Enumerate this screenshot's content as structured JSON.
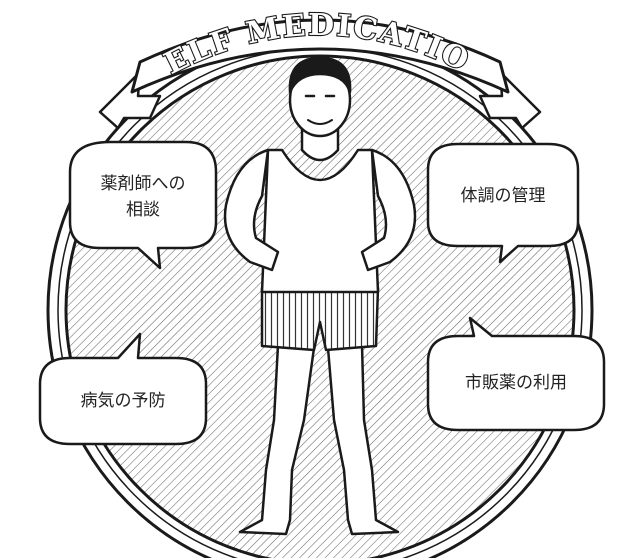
{
  "banner": {
    "title": "SELF MEDICATION"
  },
  "bubbles": {
    "consult": {
      "line1": "薬剤師への",
      "line2": "相談"
    },
    "health": {
      "label": "体調の管理"
    },
    "prevent": {
      "label": "病気の予防"
    },
    "otc": {
      "label": "市販薬の利用"
    }
  },
  "colors": {
    "ink": "#1a1a1a",
    "hatch": "#555555",
    "paper": "#ffffff"
  }
}
